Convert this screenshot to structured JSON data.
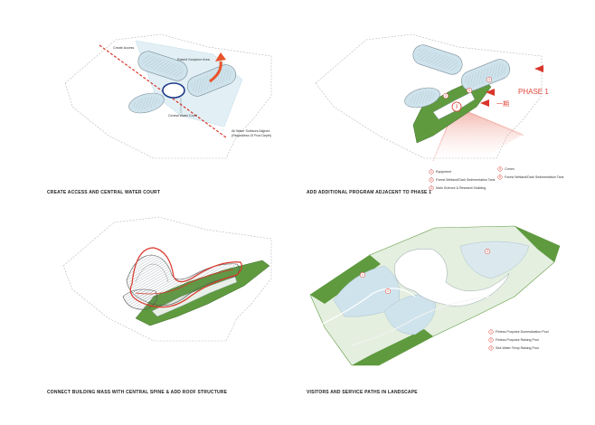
{
  "colors": {
    "accent_red": "#d9362b",
    "water_blue": "#cfe3ec",
    "landscape_green": "#5f9a3f",
    "building_grey": "#7d8f98",
    "outline_grey": "#b7b7b7"
  },
  "panels": [
    {
      "caption": "CREATE ACCESS AND CENTRAL WATER COURT",
      "labels": {
        "create_access": "Create Access",
        "water_area": "Raised Sculpture Area",
        "central_court": "Central Water Court",
        "note_line1": "All Water Surfaces Aligned",
        "note_line2": "(Regardless Of Pool Depth)"
      }
    },
    {
      "caption": "ADD ADDITIONAL PROGRAM ADJACENT TO PHASE 1",
      "phase_label": "PHASE 1",
      "phase_glyph": "一期",
      "legend": [
        {
          "num": "1",
          "text": "Equipment"
        },
        {
          "num": "2",
          "text": "Forest Wetland/Dark Sedimentation Tank"
        },
        {
          "num": "3",
          "text": "Main Science & Research Building"
        },
        {
          "num": "4",
          "text": "Comm"
        },
        {
          "num": "5",
          "text": "Forest Wetland/Dark Sedimentation Tank"
        }
      ]
    },
    {
      "caption": "CONNECT BUILDING MASS WITH CENTRAL SPINE & ADD ROOF STRUCTURE"
    },
    {
      "caption": "VISITORS AND SERVICE PATHS IN LANDSCAPE",
      "legend": [
        {
          "num": "1",
          "text": "Finless Porpoise Domestication Pool"
        },
        {
          "num": "2",
          "text": "Finless Porpoise Raising Pool"
        },
        {
          "num": "3",
          "text": "Sea Water Temp Raising Pool"
        }
      ]
    }
  ]
}
